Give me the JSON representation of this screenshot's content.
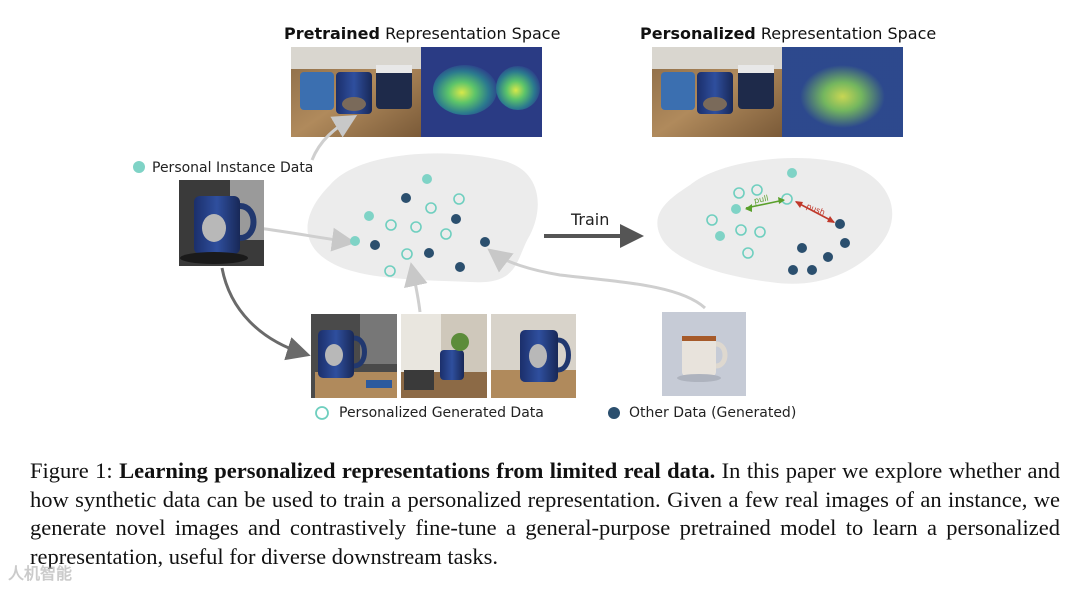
{
  "figure": {
    "pretrained_title_bold": "Pretrained",
    "pretrained_title_rest": " Representation Space",
    "personalized_title_bold": "Personalized",
    "personalized_title_rest": " Representation Space",
    "personal_instance_label": "Personal Instance Data",
    "train_label": "Train",
    "pull_label": "pull",
    "push_label": "push",
    "legend_generated": "Personalized Generated Data",
    "legend_other": "Other Data (Generated)",
    "colors": {
      "personal": "#7fd3c6",
      "generated_ring": "#6fcfbf",
      "other": "#2b4f6e",
      "blob": "#ececec",
      "arrow": "#cfcfcf",
      "train_arrow": "#555555",
      "pull": "#5aa02c",
      "push": "#c0392b"
    }
  },
  "caption": {
    "label": "Figure 1:",
    "bold": "Learning personalized representations from limited real data.",
    "text": " In this paper we explore whether and how synthetic data can be used to train a personalized representation.  Given a few real images of an instance, we generate novel images and contrastively fine-tune a general-purpose pretrained model to learn a personalized representation, useful for diverse downstream tasks."
  },
  "watermark": "人机智能"
}
